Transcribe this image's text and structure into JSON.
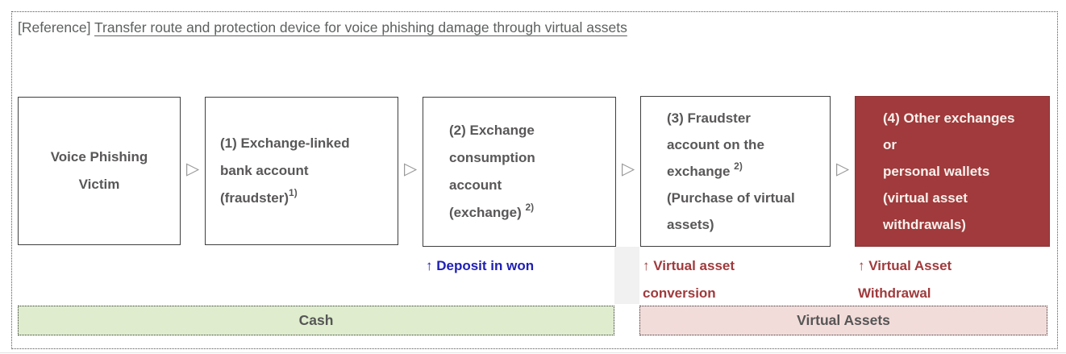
{
  "title": {
    "prefix": "[Reference] ",
    "underlined": "Transfer route and protection device for voice phishing damage through virtual assets"
  },
  "colors": {
    "accent_red": "#a03a3c",
    "deposit_blue": "#2020b4",
    "cash_band_bg": "#dfedce",
    "virtual_band_bg": "#f2dcda",
    "box_text_gray": "#595757"
  },
  "flow": {
    "arrow_glyph": "▷",
    "boxes": [
      {
        "name": "victim",
        "lines": [
          [
            {
              "t": "Voice Phishing"
            }
          ],
          [
            {
              "t": "Victim"
            }
          ]
        ]
      },
      {
        "name": "exchange-linked-bank-account",
        "lines": [
          [
            {
              "t": "(1) Exchange-linked"
            }
          ],
          [
            {
              "t": "bank account"
            }
          ],
          [
            {
              "t": "(fraudster)"
            },
            {
              "t": "1)",
              "sup": true
            }
          ]
        ]
      },
      {
        "name": "exchange-consumption-account",
        "lines": [
          [
            {
              "t": "(2) Exchange"
            }
          ],
          [
            {
              "t": "consumption"
            }
          ],
          [
            {
              "t": "account"
            }
          ],
          [
            {
              "t": "(exchange) "
            },
            {
              "t": "2)",
              "sup": true
            }
          ]
        ]
      },
      {
        "name": "fraudster-account-on-exchange",
        "lines": [
          [
            {
              "t": "(3) Fraudster"
            }
          ],
          [
            {
              "t": "account on the"
            }
          ],
          [
            {
              "t": "exchange "
            },
            {
              "t": "2)",
              "sup": true
            }
          ],
          [
            {
              "t": "(Purchase of virtual"
            }
          ],
          [
            {
              "t": "assets)"
            }
          ]
        ]
      },
      {
        "name": "other-exchanges-or-personal-wallets",
        "lines": [
          [
            {
              "t": "(4) Other exchanges"
            }
          ],
          [
            {
              "t": "or"
            }
          ],
          [
            {
              "t": "personal wallets"
            }
          ],
          [
            {
              "t": "(virtual asset"
            }
          ],
          [
            {
              "t": "withdrawals)"
            }
          ]
        ]
      }
    ]
  },
  "annotations": {
    "deposit": "↑ Deposit in won",
    "conversion": "↑ Virtual asset conversion",
    "withdrawal": "↑ Virtual Asset Withdrawal"
  },
  "bands": {
    "cash": "Cash",
    "virtual": "Virtual Assets"
  }
}
